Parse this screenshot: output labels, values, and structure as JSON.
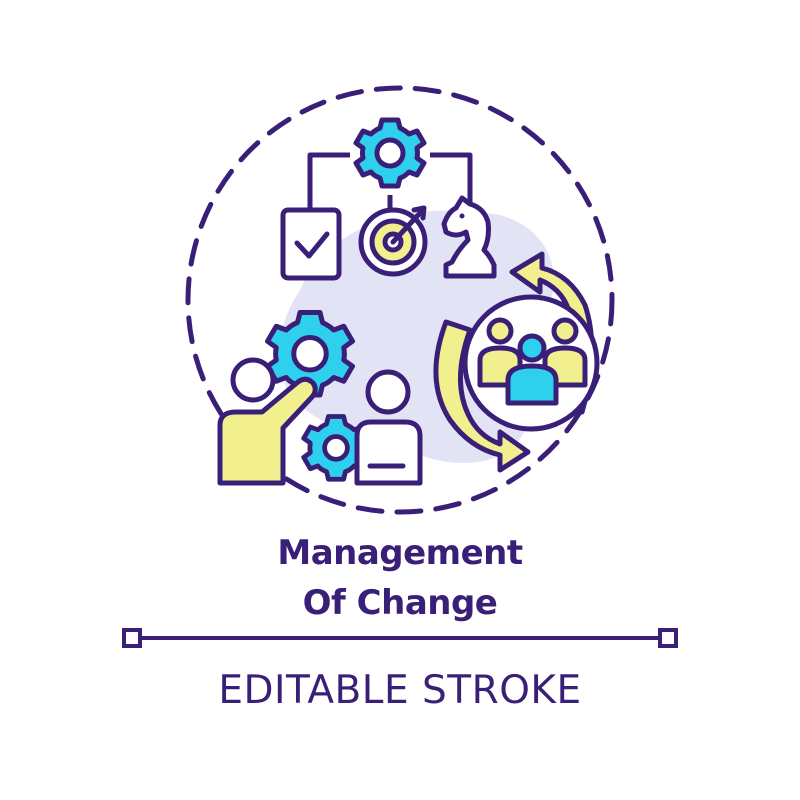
{
  "heading": {
    "line1": "Management",
    "line2": "Of Change"
  },
  "caption": "EDITABLE STROKE",
  "colors": {
    "stroke": "#3a1f78",
    "cyan": "#2fd0ee",
    "yellow": "#f2f08e",
    "lavender": "#e2e4f6",
    "background": "#ffffff"
  },
  "icons": [
    "gear-icon",
    "checklist-icon",
    "target-icon",
    "arrow-icon",
    "chess-knight-icon",
    "cycle-arrows-icon",
    "team-group-icon",
    "presenter-icon",
    "colleague-icon"
  ]
}
